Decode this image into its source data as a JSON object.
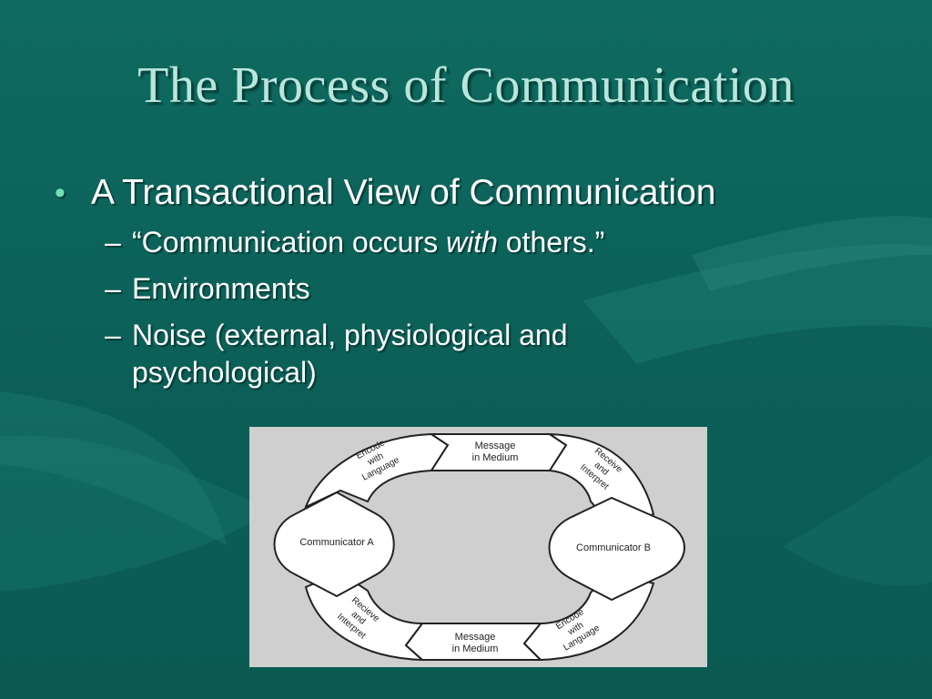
{
  "slide": {
    "title": "The Process of Communication",
    "bullet": {
      "symbol": "•",
      "text": "A Transactional View of Communication"
    },
    "sub_bullets": {
      "dash": "–",
      "item1_pre": "“Communication occurs ",
      "item1_em": "with",
      "item1_post": " others.”",
      "item2": "Environments",
      "item3_line1": "Noise (external, physiological and",
      "item3_line2": "psychological)"
    }
  },
  "diagram": {
    "communicator_a": "Communicator A",
    "communicator_b": "Communicator B",
    "top_left": [
      "Encode",
      "with",
      "Language"
    ],
    "top_middle": [
      "Message",
      "in Medium"
    ],
    "top_right": [
      "Receive",
      "and",
      "Interpret"
    ],
    "bottom_left": [
      "Recieve",
      "and",
      "Interpret"
    ],
    "bottom_middle": [
      "Message",
      "in Medium"
    ],
    "bottom_right": [
      "Encode",
      "with",
      "Language"
    ]
  },
  "colors": {
    "background": "#0b5f57",
    "title": "#b9e6dc",
    "bullet_dot": "#6fe0b8",
    "text": "#ffffff",
    "diagram_bg": "#cfcfcf"
  }
}
